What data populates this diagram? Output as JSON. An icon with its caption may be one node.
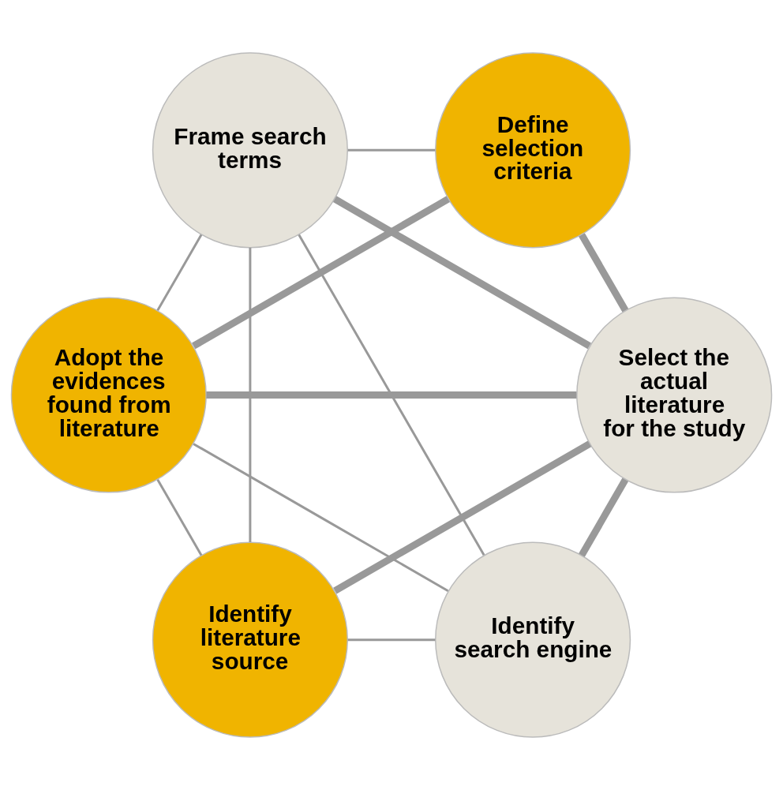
{
  "diagram": {
    "nodes": [
      {
        "text": [
          "Identify search engine"
        ]
      },
      {
        "text": [
          "Identify literature source"
        ]
      },
      {
        "text": [
          "Frame search terms"
        ]
      },
      {
        "text": [
          "Define selection criteria"
        ]
      },
      {
        "text": [
          "Select the actual literature for the study"
        ]
      },
      {
        "text": [
          "Adopt the evidences found from literature"
        ]
      }
    ],
    "edges": [
      {
        "from": 0,
        "to": 1,
        "arrow": "none"
      },
      {
        "from": 0,
        "to": 5,
        "arrow": "none"
      },
      {
        "from": 0,
        "to": 2,
        "arrow": "none"
      },
      {
        "from": 0,
        "to": 4,
        "arrow": "none",
        "style": "thick"
      },
      {
        "from": 5,
        "to": 1,
        "arrow": "none"
      },
      {
        "from": 5,
        "to": 2,
        "arrow": "none"
      },
      {
        "from": 5,
        "to": 4,
        "arrow": "none",
        "style": "thick"
      },
      {
        "from": 5,
        "to": 3,
        "arrow": "none",
        "style": "thick"
      },
      {
        "from": 1,
        "to": 2,
        "arrow": "none"
      },
      {
        "from": 1,
        "to": 4,
        "arrow": "none",
        "style": "thick"
      },
      {
        "from": 4,
        "to": 2,
        "arrow": "none",
        "style": "thick"
      },
      {
        "from": 4,
        "to": 3,
        "arrow": "none",
        "style": "thick"
      },
      {
        "from": 2,
        "to": 3,
        "arrow": "none"
      }
    ]
  }
}
